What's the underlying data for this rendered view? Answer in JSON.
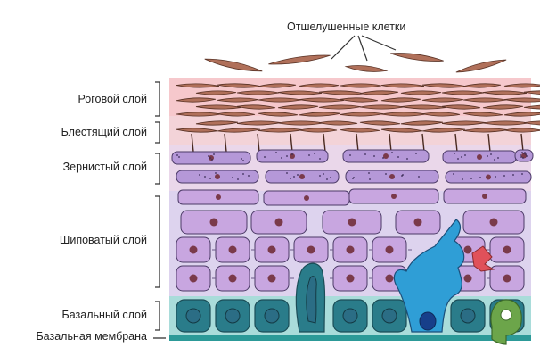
{
  "diagram": {
    "top_label": "Отшелушенные клетки",
    "layers": [
      {
        "id": "corneum",
        "label": "Роговой слой",
        "color": "#f6c8cc"
      },
      {
        "id": "lucidum",
        "label": "Блестящий слой",
        "color": "#f3d3d8"
      },
      {
        "id": "granulosum",
        "label": "Зернистый слой",
        "color": "#ead7ea"
      },
      {
        "id": "spinosum",
        "label": "Шиповатый слой",
        "color": "#ddd3ee"
      },
      {
        "id": "basale",
        "label": "Базальный слой",
        "color": "#a9dcda"
      },
      {
        "id": "membrane",
        "label": "Базальная мембрана",
        "color": "#2c9a98"
      }
    ],
    "colors": {
      "corneocyte": "#b0705a",
      "granular_cell": "#b598d8",
      "spinous_cell": "#c8a6e0",
      "nucleus": "#7a3a4a",
      "basal_cell": "#2a7c8a",
      "basal_nucleus": "#2b6d85",
      "melanocyte": "#2f9ed6",
      "langerhans": "#4aa1c6",
      "merkel": "#6ca54a",
      "immune": "#e0515a"
    }
  }
}
